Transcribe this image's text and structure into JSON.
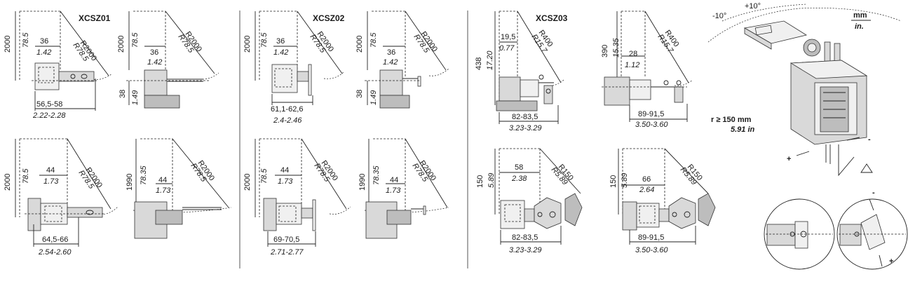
{
  "units": {
    "metric": "mm",
    "imperial": "in."
  },
  "sections": [
    {
      "title": "XCSZ01",
      "views": [
        {
          "h": "2000",
          "h_in": "78.5",
          "off": "36",
          "off_in": "1.42",
          "r": "R2000",
          "r_in": "R78.5",
          "w": "56,5-58",
          "w_in": "2.22-2.28"
        },
        {
          "h": "2000",
          "h_in": "78.5",
          "off": "36",
          "off_in": "1.42",
          "r": "R2000",
          "r_in": "R78.5",
          "low": "38",
          "low_in": "1.49"
        },
        {
          "h": "2000",
          "h_in": "78.5",
          "off": "44",
          "off_in": "1.73",
          "r": "R2000",
          "r_in": "R78.5",
          "w": "64,5-66",
          "w_in": "2.54-2.60"
        },
        {
          "h": "1990",
          "h_in": "78.35",
          "off": "44",
          "off_in": "1.73",
          "r": "R2000",
          "r_in": "R78.5"
        }
      ]
    },
    {
      "title": "XCSZ02",
      "views": [
        {
          "h": "2000",
          "h_in": "78.5",
          "off": "36",
          "off_in": "1.42",
          "r": "R2000",
          "r_in": "R78.5",
          "w": "61,1-62,6",
          "w_in": "2.4-2.46"
        },
        {
          "h": "2000",
          "h_in": "78.5",
          "off": "36",
          "off_in": "1.42",
          "r": "R2000",
          "r_in": "R78.5",
          "low": "38",
          "low_in": "1.49"
        },
        {
          "h": "2000",
          "h_in": "78.5",
          "off": "44",
          "off_in": "1.73",
          "r": "R2000",
          "r_in": "R78.5",
          "w": "69-70,5",
          "w_in": "2.71-2.77"
        },
        {
          "h": "1990",
          "h_in": "78.35",
          "off": "44",
          "off_in": "1.73",
          "r": "R2000",
          "r_in": "R78.5"
        }
      ]
    },
    {
      "title": "XCSZ03",
      "views": [
        {
          "h": "438",
          "h_in": "17.20",
          "off": "19,5",
          "off_in": "0.77",
          "r": "R400",
          "r_in": "R15.7",
          "w": "82-83,5",
          "w_in": "3.23-3.29"
        },
        {
          "h": "390",
          "h_in": "15.35",
          "off": "28",
          "off_in": "1.12",
          "r": "R400",
          "r_in": "R15.7",
          "w": "89-91,5",
          "w_in": "3.50-3.60"
        },
        {
          "h": "150",
          "h_in": "5.89",
          "off": "58",
          "off_in": "2.38",
          "r": "R150",
          "r_in": "R5.89",
          "w": "82-83,5",
          "w_in": "3.23-3.29"
        },
        {
          "h": "150",
          "h_in": "5.89",
          "off": "66",
          "off_in": "2.64",
          "r": "R150",
          "r_in": "R5.89",
          "w": "89-91,5",
          "w_in": "3.50-3.60"
        }
      ]
    }
  ],
  "adjust": {
    "plus_angle": "+10°",
    "minus_angle": "-10°",
    "radius": "r ≥ 150 mm",
    "radius_in": "5.91 in",
    "plus": "+",
    "minus": "-"
  }
}
